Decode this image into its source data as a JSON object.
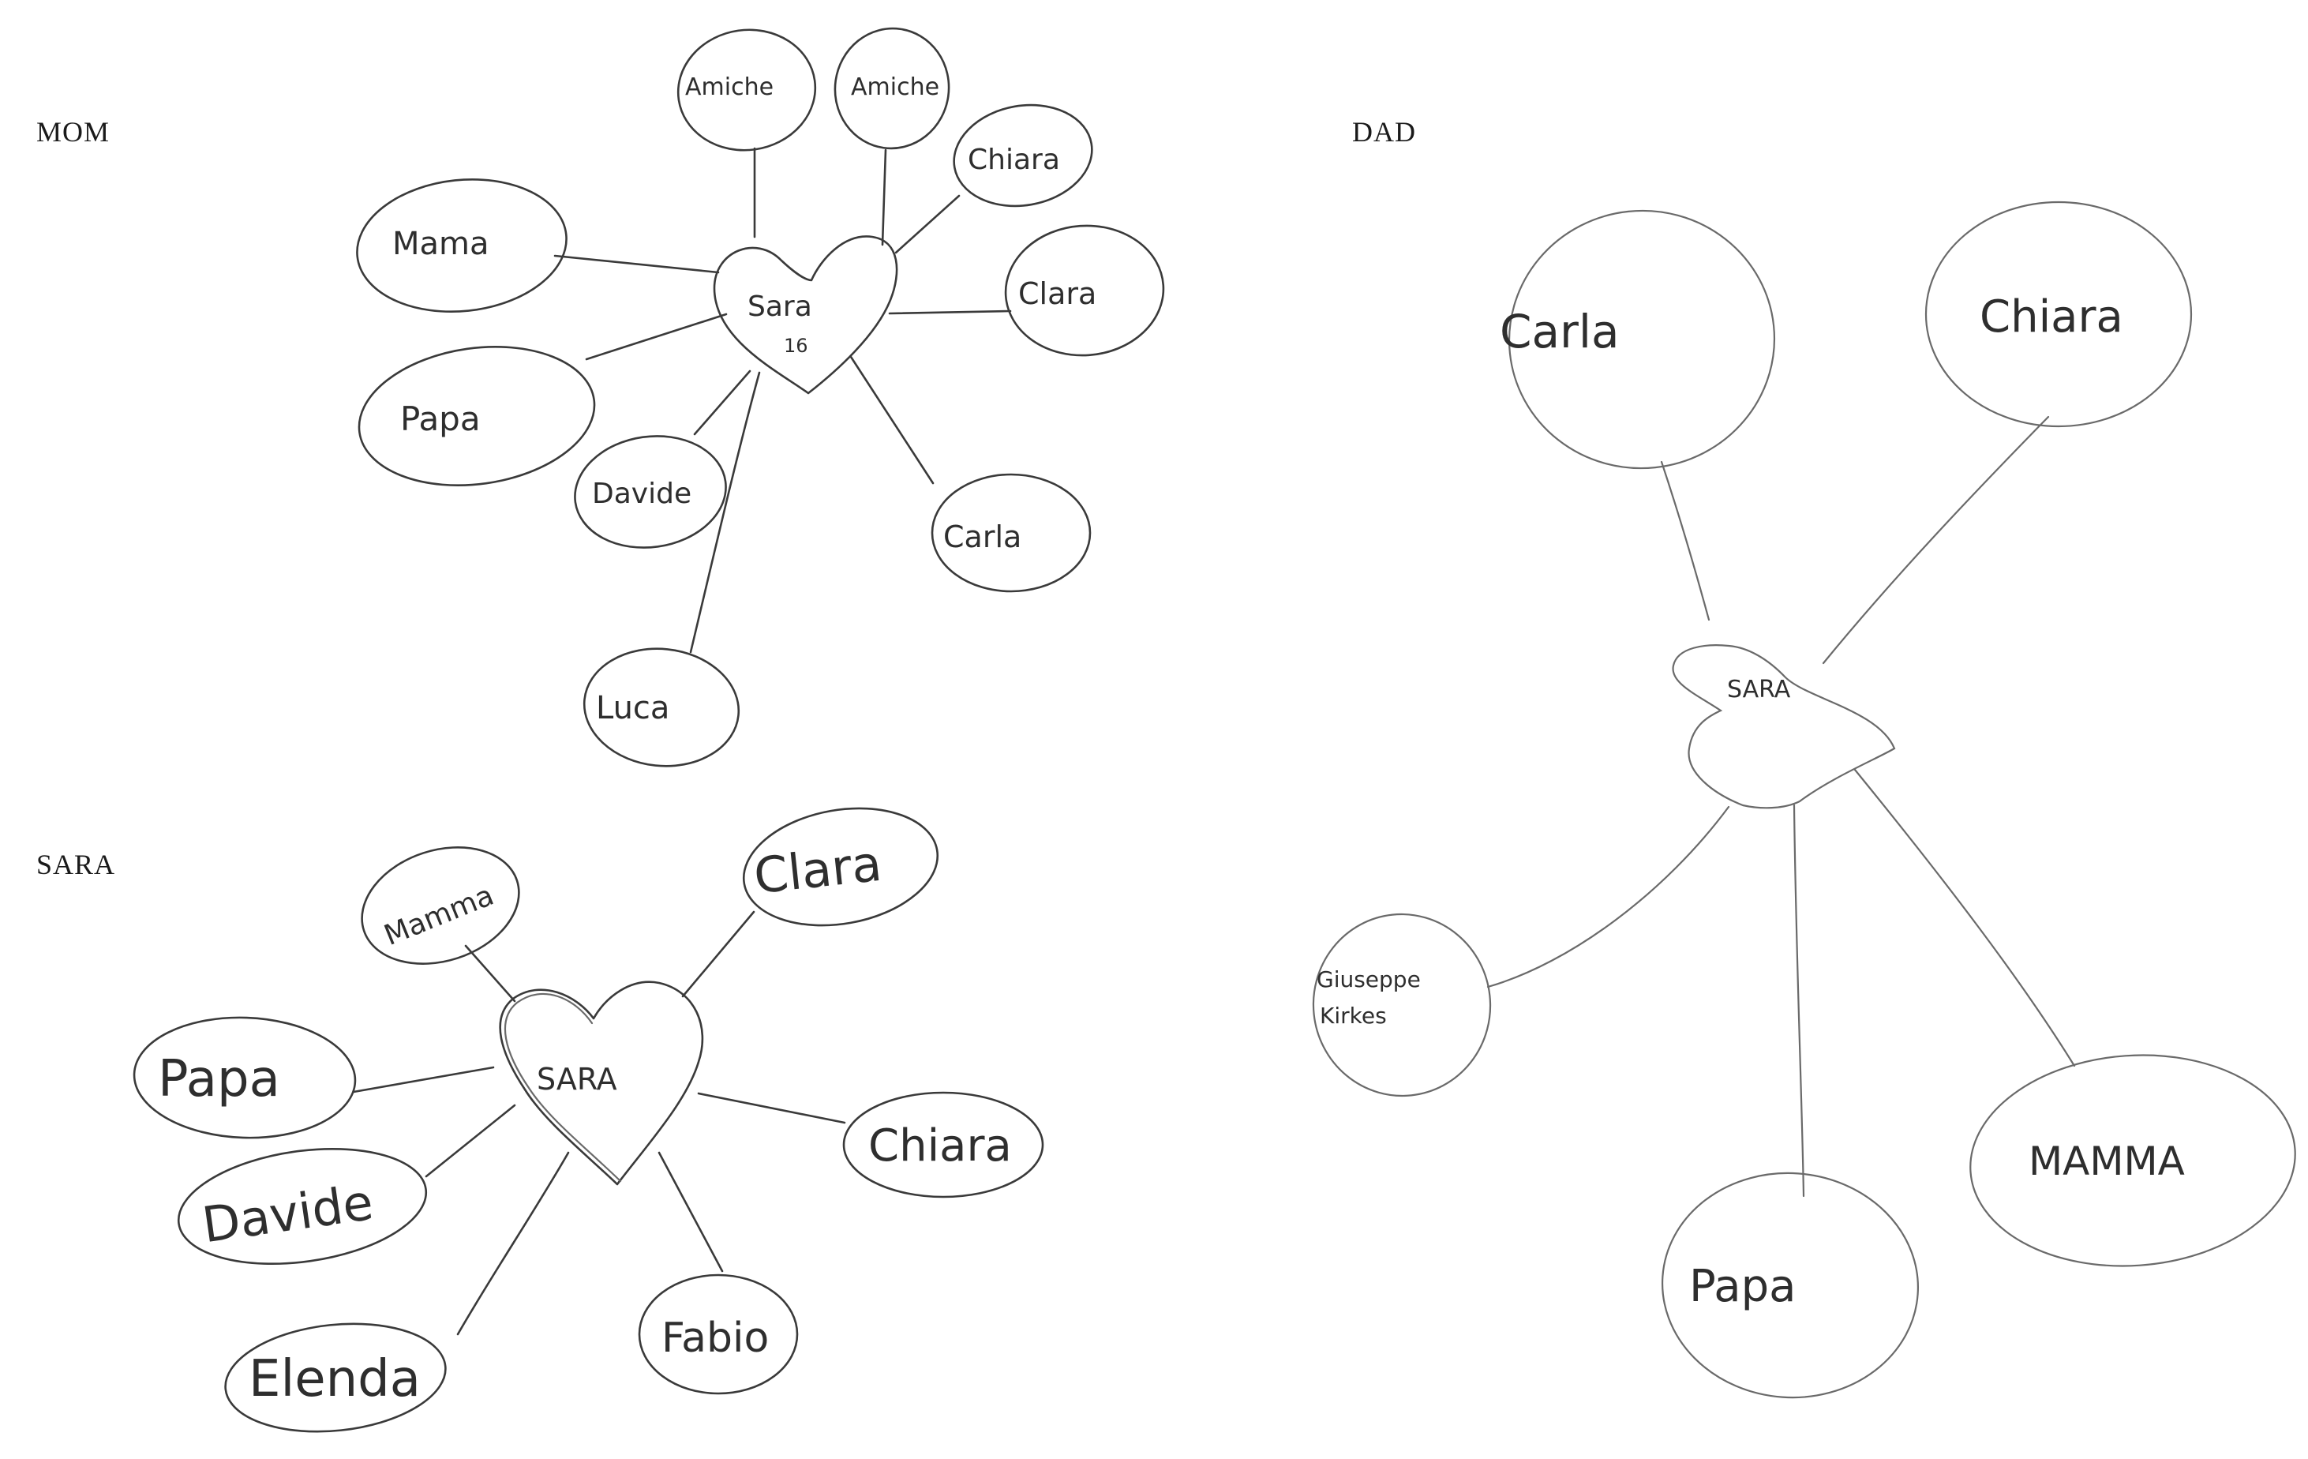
{
  "panels": {
    "mom": {
      "label": "MOM",
      "center": {
        "name": "Sara",
        "sub": "16"
      },
      "nodes": [
        "Amiche",
        "Amiche",
        "Chiara",
        "Mama",
        "Clara",
        "Papa",
        "Davide",
        "Carla",
        "Luca"
      ]
    },
    "dad": {
      "label": "DAD",
      "center": {
        "name": "SARA"
      },
      "nodes": [
        "Carla",
        "Chiara",
        "Giuseppe Kirkes",
        "MAMMA",
        "Papa"
      ]
    },
    "sara": {
      "label": "SARA",
      "center": {
        "name": "SARA"
      },
      "nodes": [
        "Mamma",
        "Clara",
        "Papa",
        "Chiara",
        "Davide",
        "Elenda",
        "Fabio"
      ]
    }
  }
}
